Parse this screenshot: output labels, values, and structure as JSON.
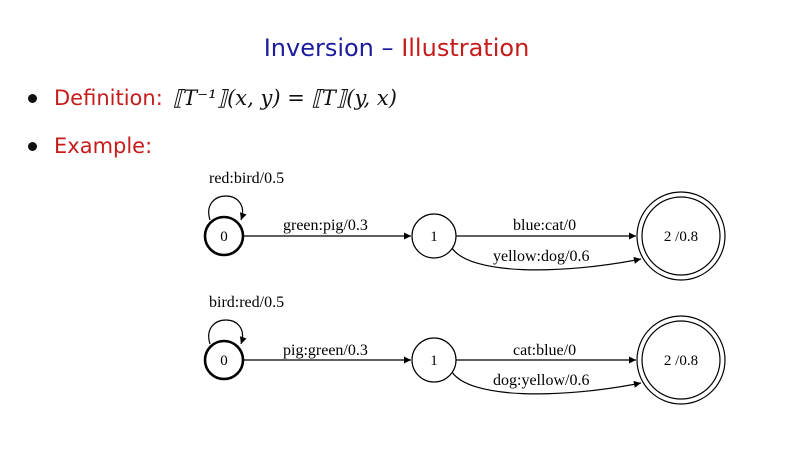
{
  "title": {
    "part1": "Inversion",
    "sep": "–",
    "part2": "Illustration"
  },
  "bullets": {
    "definition_label": "Definition:",
    "definition_formula": "⟦T⁻¹⟧(x, y) = ⟦T⟧(y, x)",
    "example_label": "Example:"
  },
  "fst1": {
    "state0": "0",
    "state1": "1",
    "state2": "2 /0.8",
    "self_loop": "red:bird/0.5",
    "arc_0_1": "green:pig/0.3",
    "arc_1_2_upper": "blue:cat/0",
    "arc_1_2_lower": "yellow:dog/0.6"
  },
  "fst2": {
    "state0": "0",
    "state1": "1",
    "state2": "2 /0.8",
    "self_loop": "bird:red/0.5",
    "arc_0_1": "pig:green/0.3",
    "arc_1_2_upper": "cat:blue/0",
    "arc_1_2_lower": "dog:yellow/0.6"
  }
}
